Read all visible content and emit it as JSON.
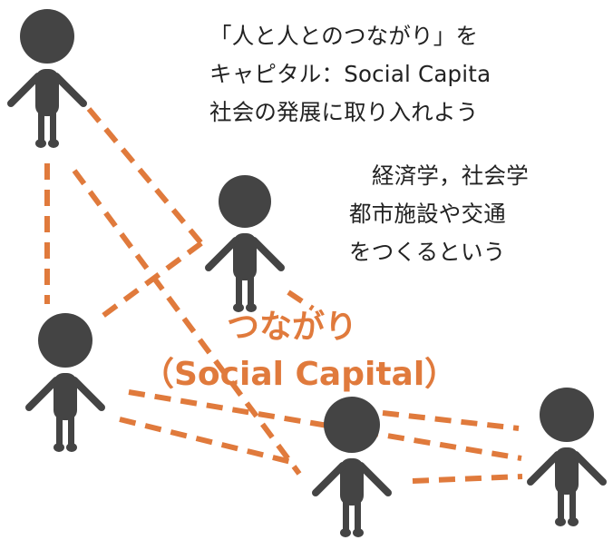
{
  "colors": {
    "accent": "#e07a3c",
    "figure": "#444444",
    "text": "#222222",
    "background": "#ffffff"
  },
  "intro_lines": [
    "「人と人とのつながり」を",
    "キャピタル：Social Capita",
    "社会の発展に取り入れよう"
  ],
  "detail_lines": [
    "経済学，社会学",
    "都市施設や交通",
    "をつくるという"
  ],
  "connection_label": {
    "title": "つながり",
    "subtitle": "（Social Capital）"
  },
  "people": [
    {
      "id": "person-1",
      "name": "person"
    },
    {
      "id": "person-2",
      "name": "person"
    },
    {
      "id": "person-3",
      "name": "person"
    },
    {
      "id": "person-4",
      "name": "person"
    },
    {
      "id": "person-5",
      "name": "person"
    }
  ]
}
